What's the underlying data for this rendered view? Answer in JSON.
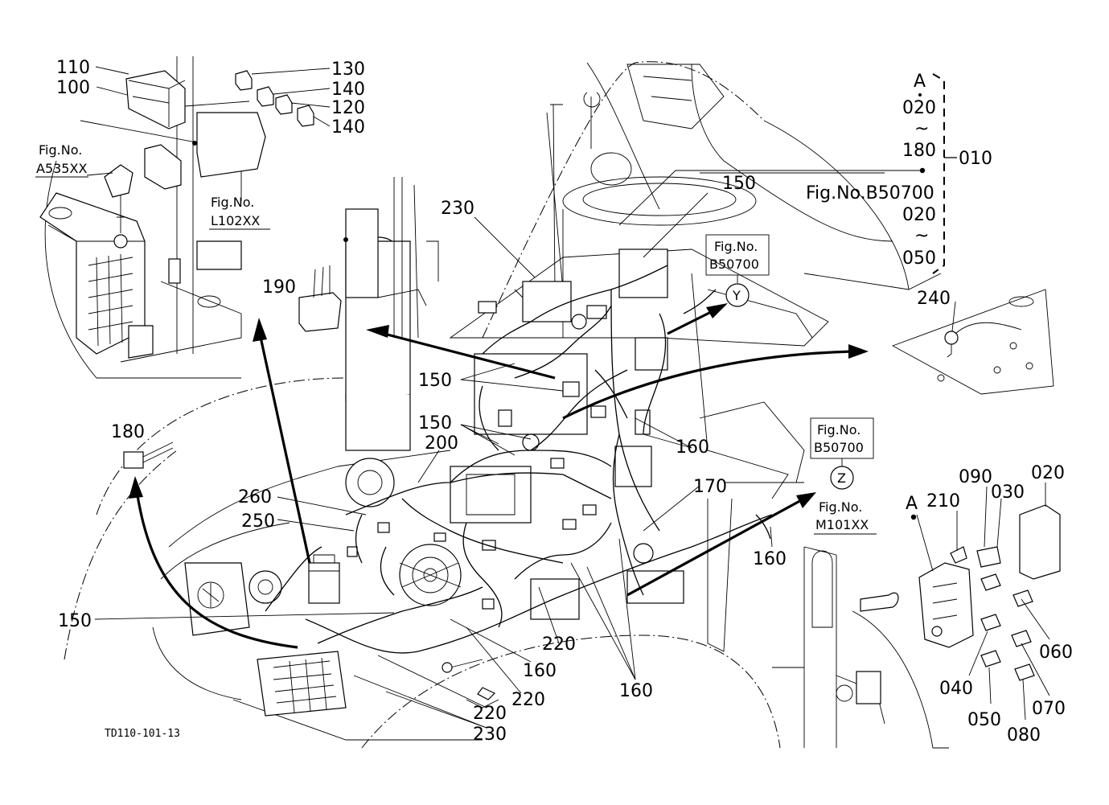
{
  "diagram": {
    "code": "TD110-101-13",
    "callouts": {
      "c110": "110",
      "c100": "100",
      "c130": "130",
      "c140a": "140",
      "c120": "120",
      "c140b": "140",
      "c230top": "230",
      "c150top": "150",
      "c190": "190",
      "c240": "240",
      "c150a": "150",
      "c150b": "150",
      "c200": "200",
      "c160a": "160",
      "c180": "180",
      "c260": "260",
      "c250": "250",
      "c170": "170",
      "c160b": "160",
      "c150c": "150",
      "c220a": "220",
      "c160c": "160",
      "c220b": "220",
      "c220c": "220",
      "c230bot": "230",
      "c160d": "160",
      "c210": "210",
      "c090": "090",
      "c030": "030",
      "c020": "020",
      "c060": "060",
      "c040": "040",
      "c070": "070",
      "c050": "050",
      "c080": "080"
    },
    "letters": {
      "a_top": "A",
      "a_box": "A",
      "y": "Y",
      "z": "Z"
    },
    "figrefs": {
      "a535_label": "Fig.No.",
      "a535_num": "A535XX",
      "l102_label": "Fig.No.",
      "l102_num": "L102XX",
      "b507y_label": "Fig.No.",
      "b507y_num": "B50700",
      "b507z_label": "Fig.No.",
      "b507z_num": "B50700",
      "m101_label": "Fig.No.",
      "m101_num": "M101XX"
    },
    "range_legend": {
      "r1_from": "020",
      "r1_tilde": "~",
      "r1_to": "180",
      "group": "010",
      "fig": "Fig.No.B50700",
      "r2_from": "020",
      "r2_tilde": "~",
      "r2_to": "050"
    }
  }
}
